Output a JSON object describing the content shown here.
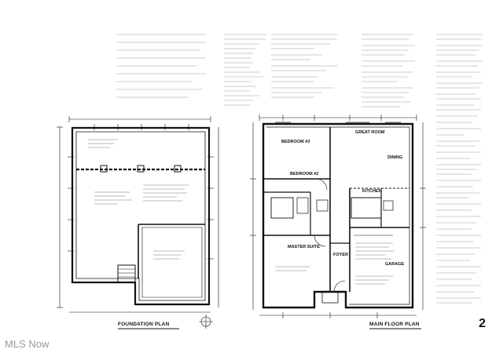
{
  "sheet_number": "2",
  "watermark": "MLS Now",
  "foundation_plan": {
    "title": "FOUNDATION PLAN"
  },
  "main_floor_plan": {
    "title": "MAIN FLOOR PLAN",
    "rooms": {
      "great_room": "GREAT ROOM",
      "bedroom_3": "BEDROOM #3",
      "bedroom_2": "BEDROOM #2",
      "dining": "DINING",
      "kitchen": "KITCHEN",
      "master_suite": "MASTER SUITE",
      "foyer": "FOYER",
      "garage": "GARAGE"
    }
  },
  "colors": {
    "ink": "#111111",
    "watermark": "#9a9a9a"
  }
}
